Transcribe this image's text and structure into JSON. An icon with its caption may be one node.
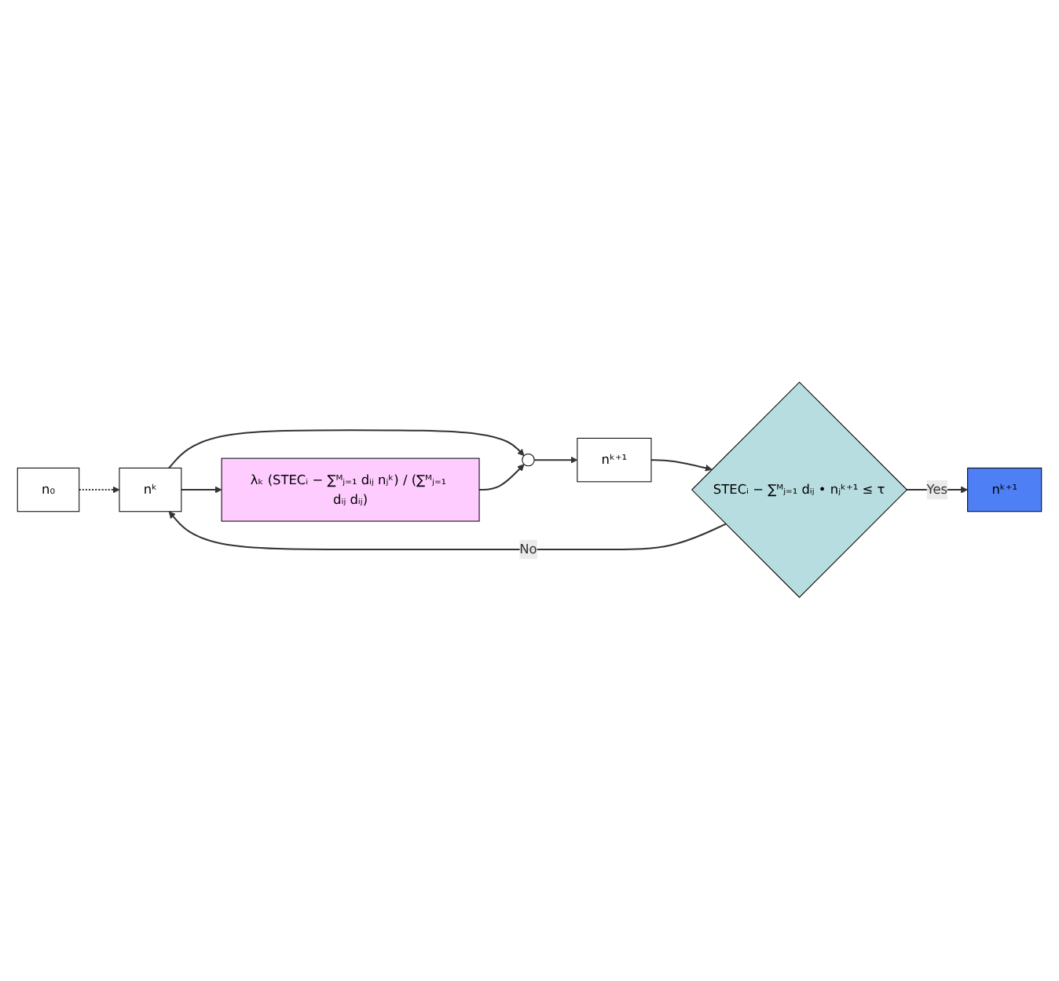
{
  "diagram": {
    "nodes": [
      {
        "text": [
          "n₀"
        ]
      },
      {
        "text": [
          "nᵏ"
        ]
      },
      {
        "text": [],
        "shape": "circle"
      },
      {
        "text": [
          "nᵏ⁺¹"
        ]
      },
      {
        "text": [
          "λₖ (STECᵢ − ∑ᴹⱼ₌₁ dᵢⱼ nⱼᵏ) / (∑ᴹⱼ₌₁ dᵢⱼ dᵢⱼ)"
        ]
      },
      {
        "text": [
          "STECᵢ − ∑ᴹⱼ₌₁ dᵢⱼ • nⱼᵏ⁺¹ ≤ τ"
        ]
      },
      {
        "text": [
          "nᵏ⁺¹"
        ]
      }
    ],
    "edges": [
      {
        "from": 0,
        "to": 1,
        "arrow": "to",
        "style": "dashed"
      },
      {
        "from": 1,
        "to": 2,
        "arrow": "to"
      },
      {
        "from": 2,
        "to": 3,
        "arrow": "to"
      },
      {
        "from": 1,
        "to": 4,
        "arrow": "to"
      },
      {
        "from": 4,
        "to": 2,
        "arrow": "to"
      },
      {
        "from": 3,
        "to": 5,
        "arrow": "to"
      },
      {
        "from": 5,
        "to": 1,
        "arrow": "to",
        "label": "No"
      },
      {
        "from": 5,
        "to": 6,
        "arrow": "to",
        "label": "Yes"
      }
    ]
  }
}
